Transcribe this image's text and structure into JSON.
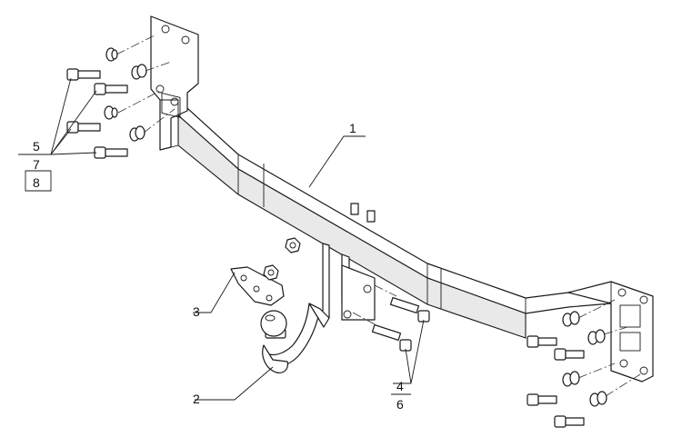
{
  "labels": {
    "part1": "1",
    "part2": "2",
    "part3": "3",
    "part4": "4",
    "part5": "5",
    "part6": "6",
    "part7": "7",
    "part8": "8"
  }
}
